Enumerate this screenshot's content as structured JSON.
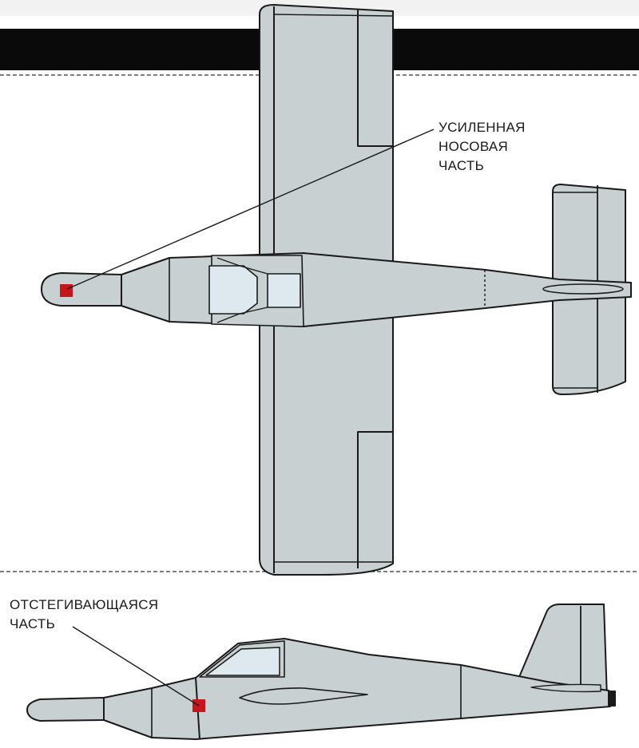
{
  "labels": {
    "reinforced_nose_line1": "УСИЛЕННАЯ",
    "reinforced_nose_line2": "НОСОВАЯ",
    "reinforced_nose_line3": "ЧАСТЬ",
    "detachable_line1": "ОТСТЕГИВАЮЩАЯСЯ",
    "detachable_line2": "ЧАСТЬ"
  },
  "colors": {
    "airframe_fill": "#c8d0d1",
    "outline": "#1a1a1a",
    "canopy_glass": "#dde9ef",
    "marker": "#c4161c",
    "band": "#0a0a0a",
    "top_strip": "#f2f2f2"
  }
}
